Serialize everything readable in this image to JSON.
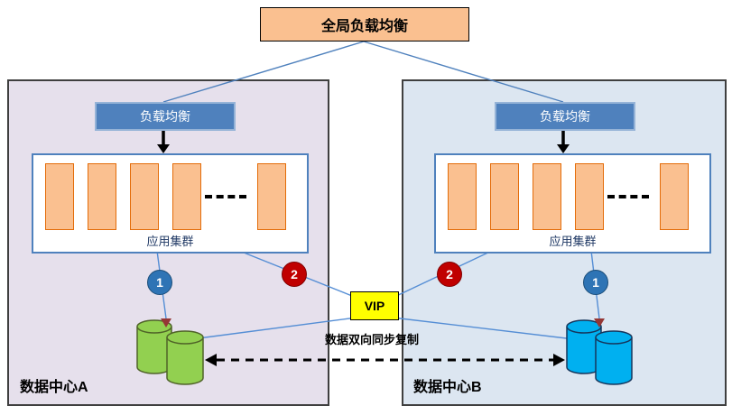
{
  "global_lb_label": "全局负载均衡",
  "vip_label": "VIP",
  "sync_label": "数据双向同步复制",
  "datacenter_a": {
    "title": "数据中心A",
    "lb": "负载均衡",
    "cluster": "应用集群",
    "step1": "1",
    "step2": "2"
  },
  "datacenter_b": {
    "title": "数据中心B",
    "lb": "负载均衡",
    "cluster": "应用集群",
    "step1": "1",
    "step2": "2"
  },
  "colors": {
    "server_fill": "#FAC090",
    "lb_box": "#4F81BD",
    "dc_a_bg": "#E6E0EC",
    "dc_b_bg": "#DCE6F1",
    "db_a": "#92D050",
    "db_b": "#00B0F0",
    "vip_bg": "#FFFF00",
    "step1_badge": "#2E74B5",
    "step2_badge": "#C00000",
    "connector": "#4F81BD"
  }
}
